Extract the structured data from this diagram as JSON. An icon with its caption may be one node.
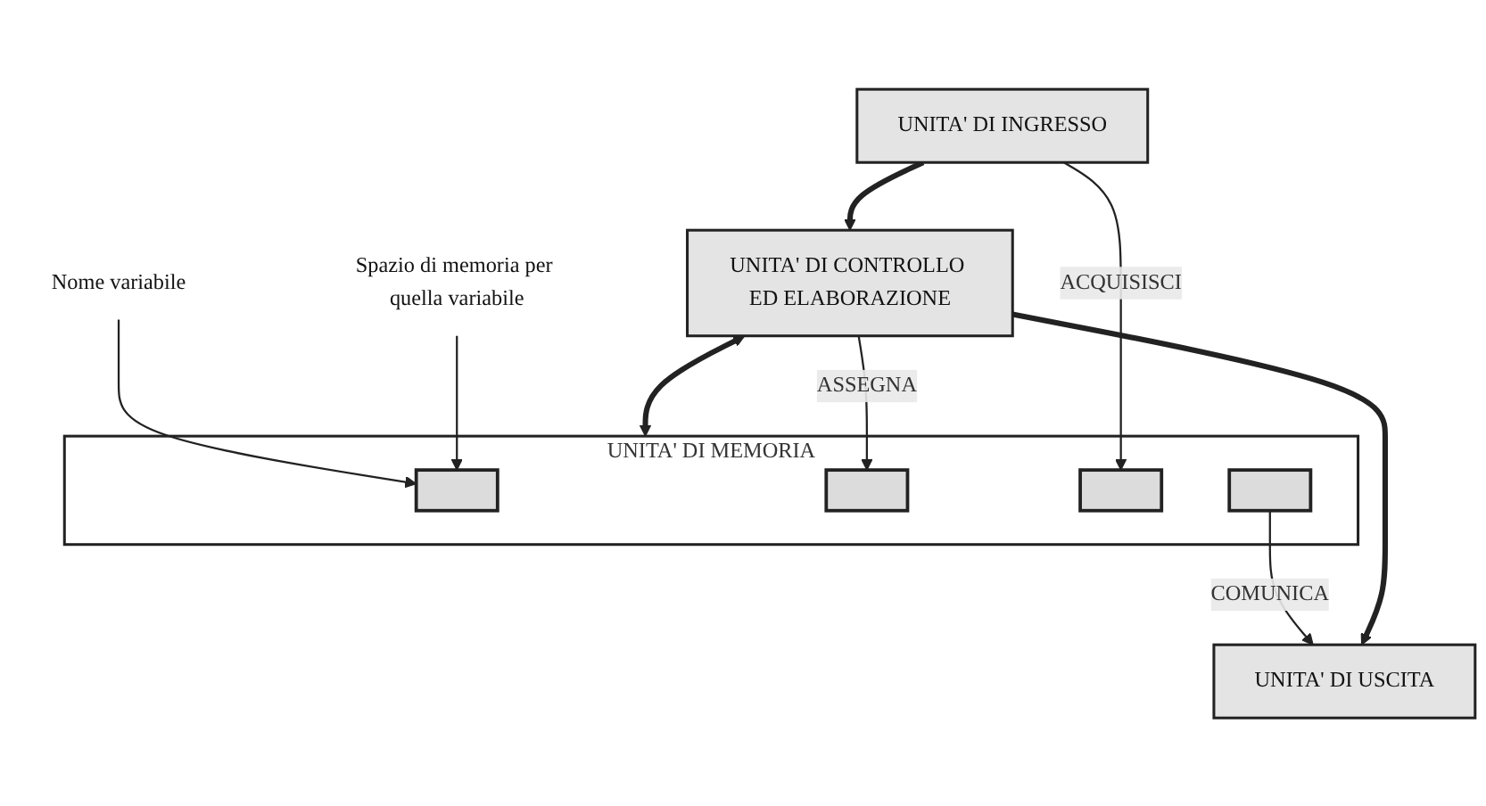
{
  "diagram": {
    "nodes": [
      {
        "text": [
          "UNITA' DI MEMORIA"
        ]
      },
      {
        "text": [
          "Nome variabile"
        ]
      },
      {
        "text": [
          "Spazio di memoria per quella variabile"
        ]
      },
      {
        "text": [],
        "shape": "box",
        "in": 0
      },
      {
        "text": [],
        "shape": "box",
        "in": 0
      },
      {
        "text": [],
        "shape": "box",
        "in": 0
      },
      {
        "text": [],
        "shape": "box",
        "in": 0
      },
      {
        "text": [
          "UNITA' DI INGRESSO"
        ]
      },
      {
        "text": [
          "UNITA' DI CONTROLLO ED ELABORAZIONE"
        ]
      },
      {
        "text": [
          "UNITA' DI USCITA"
        ]
      }
    ],
    "edges": [
      {
        "from": 1,
        "to": 3,
        "arrow": "to"
      },
      {
        "from": 2,
        "to": 3,
        "arrow": "to"
      },
      {
        "from": 7,
        "to": 5,
        "arrow": "to",
        "label": "ACQUISISCI"
      },
      {
        "from": 8,
        "to": 4,
        "arrow": "to",
        "label": "ASSEGNA"
      },
      {
        "from": 6,
        "to": 9,
        "arrow": "to",
        "label": "COMUNICA"
      },
      {
        "from": 7,
        "to": 8,
        "arrow": "to",
        "style": "thick"
      },
      {
        "from": 8,
        "to": 9,
        "arrow": "to",
        "style": "thick"
      },
      {
        "from": 8,
        "to": 0,
        "arrow": "both",
        "style": "thick"
      }
    ]
  }
}
